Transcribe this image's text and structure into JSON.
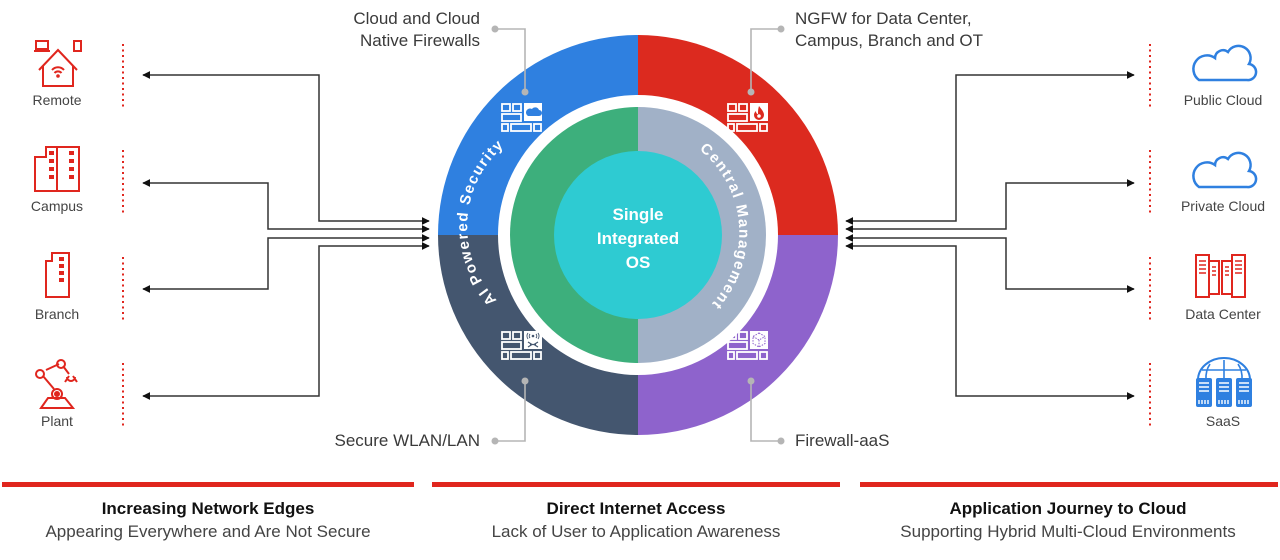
{
  "center": {
    "title_lines": [
      "Single",
      "Integrated",
      "OS"
    ],
    "left_ring_label": "AI Powered Security",
    "right_ring_label": "Central Management"
  },
  "quadrants": [
    {
      "id": "top-left",
      "label_lines": [
        "Cloud and Cloud",
        "Native Firewalls"
      ],
      "icon": "firewall-cloud-icon",
      "color": "#2f80e0"
    },
    {
      "id": "top-right",
      "label_lines": [
        "NGFW for Data Center,",
        "Campus, Branch and OT"
      ],
      "icon": "firewall-flame-icon",
      "color": "#dc2a1f"
    },
    {
      "id": "bottom-left",
      "label_lines": [
        "Secure WLAN/LAN"
      ],
      "icon": "firewall-wireless-switch-icon",
      "color": "#44566f"
    },
    {
      "id": "bottom-right",
      "label_lines": [
        "Firewall-aaS"
      ],
      "icon": "firewall-cube-icon",
      "color": "#8e63cc"
    }
  ],
  "ring_colors": {
    "security": "#3daf7c",
    "management": "#a1b1c7",
    "core": "#2ecbd2"
  },
  "left_edges": [
    {
      "label": "Remote",
      "icon": "home-wifi-icon"
    },
    {
      "label": "Campus",
      "icon": "campus-buildings-icon"
    },
    {
      "label": "Branch",
      "icon": "branch-building-icon"
    },
    {
      "label": "Plant",
      "icon": "robot-arm-icon"
    }
  ],
  "right_edges": [
    {
      "label": "Public Cloud",
      "icon": "cloud-icon"
    },
    {
      "label": "Private Cloud",
      "icon": "cloud-icon"
    },
    {
      "label": "Data Center",
      "icon": "server-racks-icon"
    },
    {
      "label": "SaaS",
      "icon": "globe-servers-icon"
    }
  ],
  "bottom": [
    {
      "title": "Increasing Network Edges",
      "subtitle": "Appearing Everywhere and Are Not Secure"
    },
    {
      "title": "Direct Internet Access",
      "subtitle": "Lack of User to Application Awareness"
    },
    {
      "title": "Application Journey to Cloud",
      "subtitle": "Supporting Hybrid Multi-Cloud Environments"
    }
  ],
  "colors": {
    "accent_red": "#e0261e",
    "icon_blue": "#2f80e0",
    "connector_gray": "#b5b5b5",
    "arrow": "#222222"
  }
}
